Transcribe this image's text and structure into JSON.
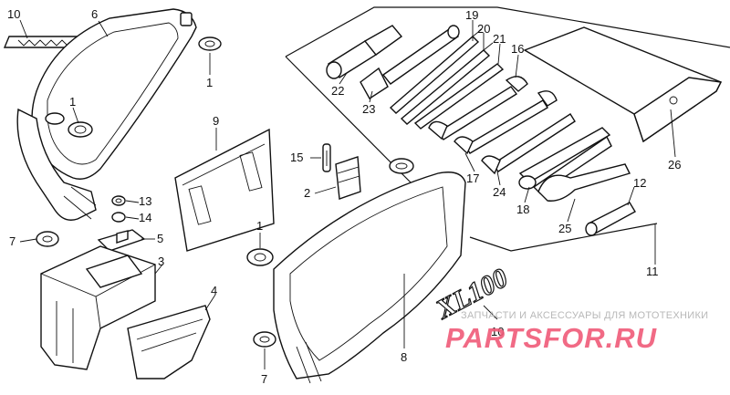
{
  "diagram": {
    "callouts": [
      {
        "id": "c10a",
        "text": "10"
      },
      {
        "id": "c6",
        "text": "6"
      },
      {
        "id": "c1a",
        "text": "1"
      },
      {
        "id": "c1b",
        "text": "1"
      },
      {
        "id": "c9",
        "text": "9"
      },
      {
        "id": "c13",
        "text": "13"
      },
      {
        "id": "c14",
        "text": "14"
      },
      {
        "id": "c5",
        "text": "5"
      },
      {
        "id": "c7a",
        "text": "7"
      },
      {
        "id": "c3",
        "text": "3"
      },
      {
        "id": "c4",
        "text": "4"
      },
      {
        "id": "c15",
        "text": "15"
      },
      {
        "id": "c2",
        "text": "2"
      },
      {
        "id": "c1c",
        "text": "1"
      },
      {
        "id": "c7b",
        "text": "7"
      },
      {
        "id": "c8",
        "text": "8"
      },
      {
        "id": "c10b",
        "text": "10"
      },
      {
        "id": "c19",
        "text": "19"
      },
      {
        "id": "c20",
        "text": "20"
      },
      {
        "id": "c21",
        "text": "21"
      },
      {
        "id": "c16",
        "text": "16"
      },
      {
        "id": "c22",
        "text": "22"
      },
      {
        "id": "c23",
        "text": "23"
      },
      {
        "id": "c17",
        "text": "17"
      },
      {
        "id": "c24",
        "text": "24"
      },
      {
        "id": "c26",
        "text": "26"
      },
      {
        "id": "c12",
        "text": "12"
      },
      {
        "id": "c18",
        "text": "18"
      },
      {
        "id": "c25",
        "text": "25"
      },
      {
        "id": "c11",
        "text": "11"
      }
    ],
    "emblem_text": "XL100"
  },
  "watermark": {
    "caption": "ЗАПЧАСТИ И АКСЕССУАРЫ ДЛЯ МОТОТЕХНИКИ",
    "logo": "PARTSFOR.RU",
    "logo_color": "#f05a78"
  }
}
